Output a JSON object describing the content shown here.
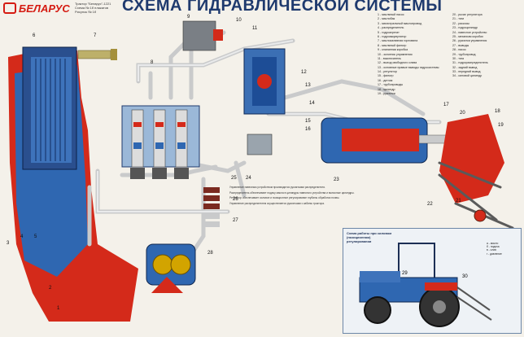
{
  "brand": {
    "name": "БЕЛАРУС"
  },
  "info": {
    "lines": [
      "Трактор \"Беларус\"-1221",
      "Схема № 1б плакатов",
      "Рисунок № 1б"
    ]
  },
  "title": "СХЕМА ГИДРАВЛИЧЕСКОЙ СИСТЕМЫ",
  "legend": {
    "col1": [
      "1 - масляный насос",
      "2 - маслобак",
      "3 - магистральный маслопровод",
      "4 - распределитель",
      "5 - гидроагрегат",
      "6 - гидроаккумулятор",
      "7 - маслозаливная горловина",
      "8 - масляный фильтр",
      "9 - клапанная коробка",
      "10 - золотник управления",
      "11 - выключатель",
      "12 - выход свободного слива",
      "13 - основные правые выводы гидросистемы",
      "14 - регулятор",
      "15 - фильтр",
      "16 - датчик",
      "17 - трубопроводы",
      "18 - цилиндр",
      "19 - рукоятки"
    ],
    "col2": [
      "20 - рычаг регулятора",
      "21 - тяги",
      "22 - раскосы",
      "23 - гидроцилиндр",
      "24 - навесное устройство",
      "25 - механизм коробки",
      "26 - рукоятки управления",
      "27 - выводы",
      "28 - насос",
      "29 - трубопровод",
      "30 - тяга",
      "31 - гидрораспределитель",
      "32 - задний вывод",
      "33 - передний вывод",
      "34 - силовой цилиндр"
    ]
  },
  "desc": [
    "Управление навесным устройством производится рукоятками распределителя.",
    "Распределитель обеспечивает подачу масла в цилиндры навесного устройства и выносные цилиндры.",
    "Регулятор обеспечивает силовое и позиционное регулирование глубины обработки почвы.",
    "Управление распределителем осуществляется рукоятками с кабины трактора."
  ],
  "labels": {
    "n1": "1",
    "n2": "2",
    "n3": "3",
    "n4": "4",
    "n5": "5",
    "n6": "6",
    "n7": "7",
    "n8": "8",
    "n9": "9",
    "n10": "10",
    "n11": "11",
    "n12": "12",
    "n13": "13",
    "n14": "14",
    "n15": "15",
    "n16": "16",
    "n17": "17",
    "n18": "18",
    "n19": "19",
    "n20": "20",
    "n21": "21",
    "n22": "22",
    "n23": "23",
    "n24": "24",
    "n25": "25",
    "n26": "26",
    "n27": "27",
    "n28": "28",
    "n29": "29",
    "n30": "30"
  },
  "inset": {
    "title": "Схема работы при силовом (позиционном) регулировании",
    "notes": [
      "а - масло",
      "б - подача",
      "в - слив",
      "г - давление"
    ]
  },
  "colors": {
    "oil_red": "#d42a1a",
    "pipe_grey": "#c9cacb",
    "tank_blue": "#2f67b1",
    "housing_blue": "#6d9ccf",
    "title_navy": "#1f3a6e"
  }
}
